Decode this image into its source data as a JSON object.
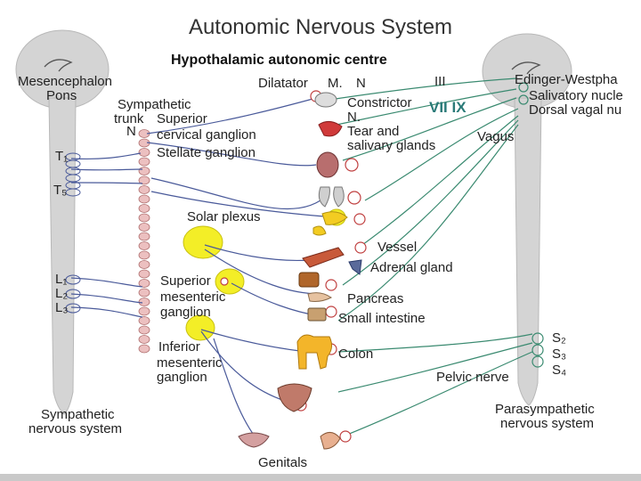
{
  "title": "Autonomic Nervous System",
  "subtitle": "Hypothalamic autonomic centre",
  "labels": {
    "mesencephalon": "Mesencephalon",
    "pons": "Pons",
    "sympathetic_trunk_1": "Sympathetic",
    "sympathetic_trunk_2": "trunk",
    "n_left": "N",
    "superior": "Superior",
    "cervical_ganglion": "cervical ganglion",
    "stellate_ganglion": "Stellate ganglion",
    "t1": "T₁",
    "t5": "T₅",
    "dilatator": "Dilatator",
    "m": "M.",
    "n_mid": "N",
    "constrictor": "Constrictor",
    "n_constrictor": "N.",
    "tear_1": "Tear and",
    "tear_2": "salivary glands",
    "roman_iii": "III",
    "roman_vii_ix": "VII IX",
    "vagus": "Vagus",
    "edinger": "Edinger-Westpha",
    "salivatory": "Salivatory nucle",
    "dorsal_vagal": "Dorsal vagal nu",
    "solar_plexus": "Solar plexus",
    "vessel": "Vessel",
    "adrenal_gland": "Adrenal gland",
    "pancreas": "Pancreas",
    "small_intestine": "Small intestine",
    "superior_mes_1": "Superior",
    "superior_mes_2": "mesenteric",
    "superior_mes_3": "ganglion",
    "l1": "L₁",
    "l2": "L₂",
    "l3": "L₃",
    "inferior_1": "Inferior",
    "inferior_2": "mesenteric",
    "inferior_3": "ganglion",
    "colon": "Colon",
    "pelvic_nerve": "Pelvic nerve",
    "s2": "S₂",
    "s3": "S₃",
    "s4": "S₄",
    "sympathetic_ns_1": "Sympathetic",
    "sympathetic_ns_2": "nervous system",
    "parasympathetic_ns_1": "Parasympathetic",
    "parasympathetic_ns_2": "nervous system",
    "genitals": "Genitals"
  },
  "colors": {
    "cord": "#d4d4d4",
    "ganglion": "#f3ee27",
    "sympathetic_line": "#4a5a9a",
    "parasympathetic_line": "#3a8a70",
    "vertebra": "#ecc0c0"
  }
}
